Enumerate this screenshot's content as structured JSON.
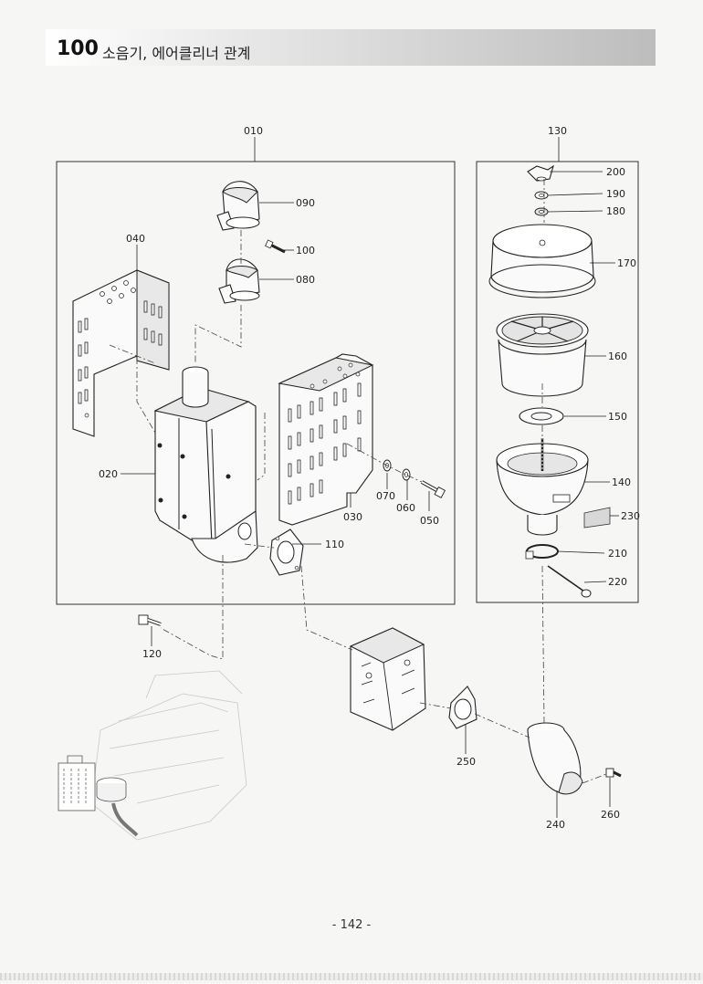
{
  "header": {
    "section_number": "100",
    "section_title": "소음기, 에어클리너 관계"
  },
  "parts": {
    "p010": "010",
    "p020": "020",
    "p030": "030",
    "p040": "040",
    "p050": "050",
    "p060": "060",
    "p070": "070",
    "p080": "080",
    "p090": "090",
    "p100": "100",
    "p110": "110",
    "p120": "120",
    "p130": "130",
    "p140": "140",
    "p150": "150",
    "p160": "160",
    "p170": "170",
    "p180": "180",
    "p190": "190",
    "p200": "200",
    "p210": "210",
    "p220": "220",
    "p230": "230",
    "p240": "240",
    "p250": "250",
    "p260": "260"
  },
  "footer": {
    "page_number": "- 142 -"
  }
}
